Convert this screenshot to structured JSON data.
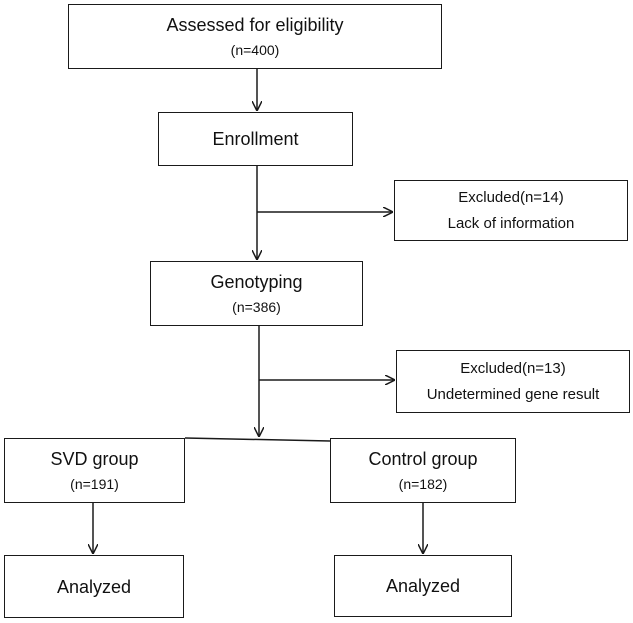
{
  "boxes": {
    "assessed": {
      "title": "Assessed for eligibility",
      "count": "(n=400)"
    },
    "enrollment": {
      "title": "Enrollment"
    },
    "excluded1": {
      "line1": "Excluded(n=14)",
      "line2": "Lack of information"
    },
    "genotyping": {
      "title": "Genotyping",
      "count": "(n=386)"
    },
    "excluded2": {
      "line1": "Excluded(n=13)",
      "line2": "Undetermined gene result"
    },
    "svd": {
      "title": "SVD group",
      "count": "(n=191)"
    },
    "control": {
      "title": "Control group",
      "count": "(n=182)"
    },
    "analyzed_svd": {
      "title": "Analyzed"
    },
    "analyzed_control": {
      "title": "Analyzed"
    }
  },
  "colors": {
    "stroke": "#1a1a1a",
    "text": "#111111",
    "background": "#ffffff"
  }
}
